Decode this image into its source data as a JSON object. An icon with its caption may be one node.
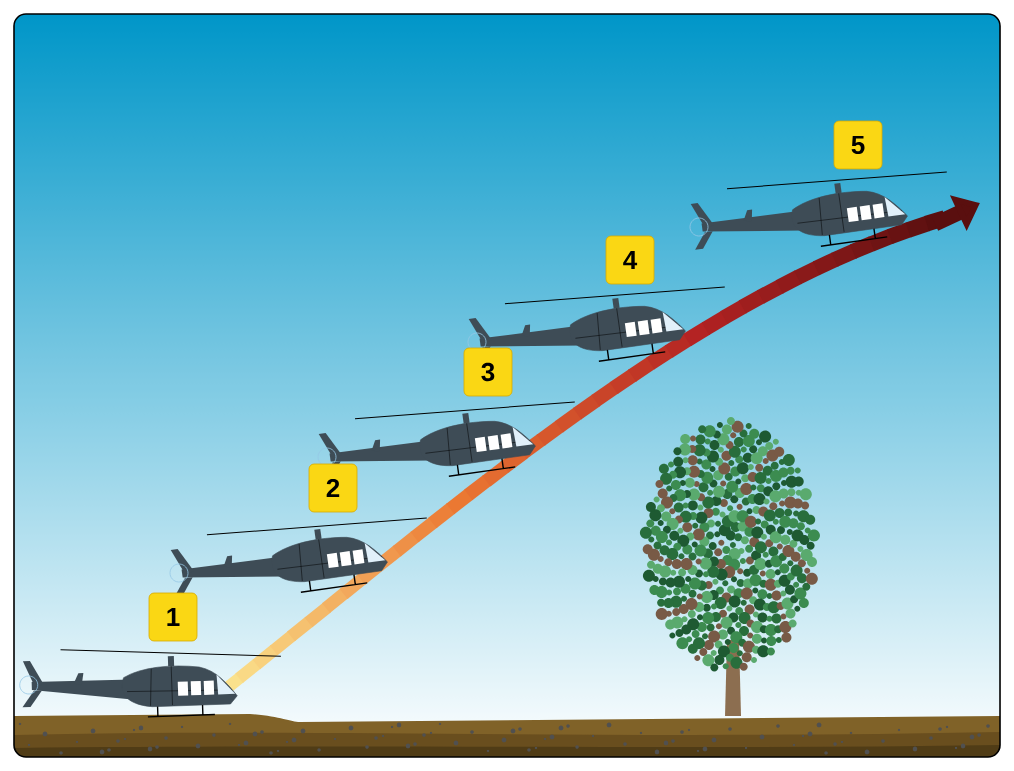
{
  "diagram": {
    "labels": [
      "1",
      "2",
      "3",
      "4",
      "5"
    ]
  }
}
